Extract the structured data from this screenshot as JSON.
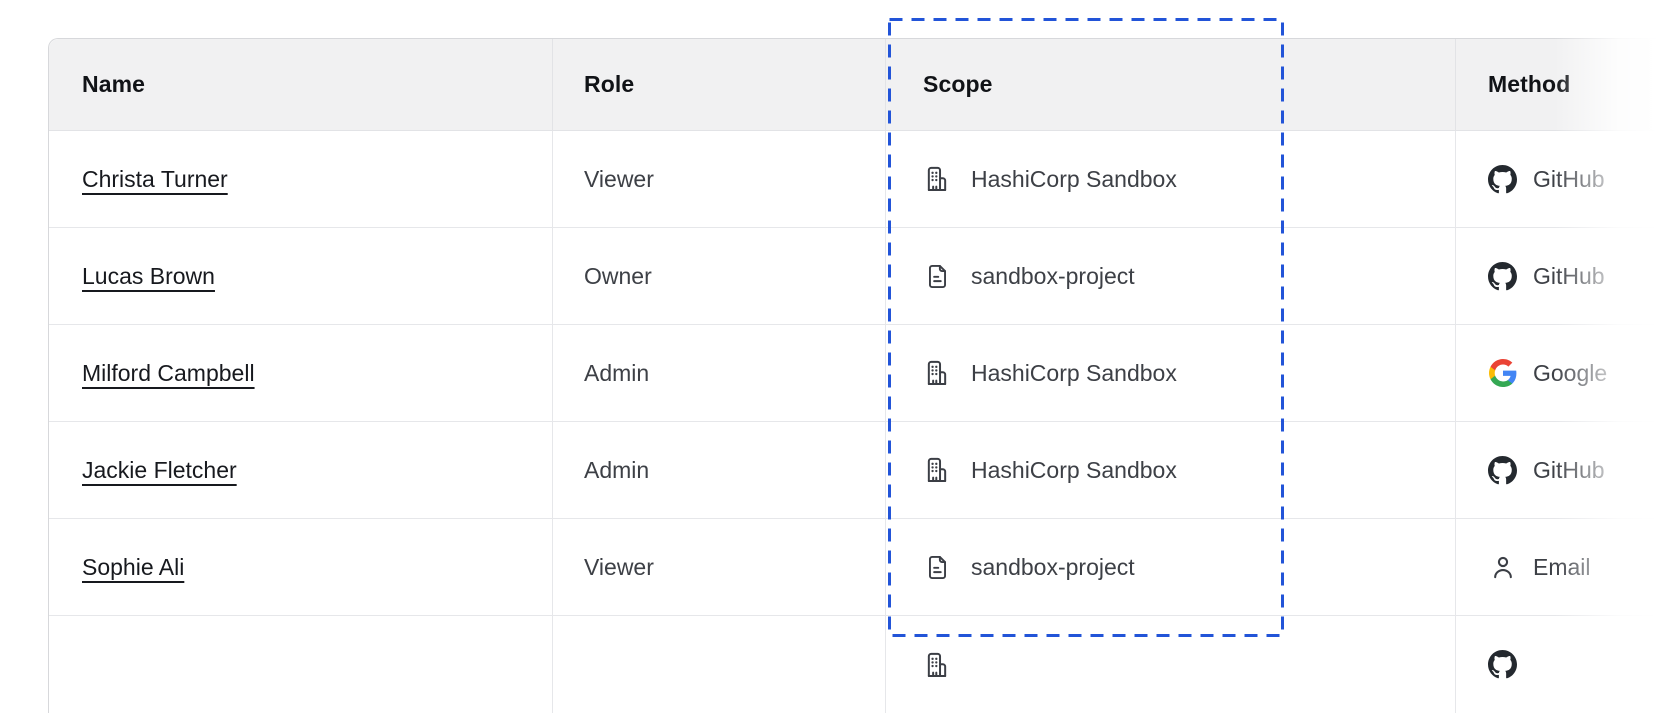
{
  "table": {
    "header": {
      "columns": [
        "Name",
        "Role",
        "Scope",
        "Method"
      ]
    },
    "rows": [
      {
        "name": "Christa Turner",
        "role": "Viewer",
        "scope": "HashiCorp Sandbox",
        "scope_icon": "building-icon",
        "method": "GitHub",
        "method_icon": "github-icon"
      },
      {
        "name": "Lucas Brown",
        "role": "Owner",
        "scope": "sandbox-project",
        "scope_icon": "file-text-icon",
        "method": "GitHub",
        "method_icon": "github-icon"
      },
      {
        "name": "Milford Campbell",
        "role": "Admin",
        "scope": "HashiCorp Sandbox",
        "scope_icon": "building-icon",
        "method": "Google",
        "method_icon": "google-icon"
      },
      {
        "name": "Jackie Fletcher",
        "role": "Admin",
        "scope": "HashiCorp Sandbox",
        "scope_icon": "building-icon",
        "method": "GitHub",
        "method_icon": "github-icon"
      },
      {
        "name": "Sophie Ali",
        "role": "Viewer",
        "scope": "sandbox-project",
        "scope_icon": "file-text-icon",
        "method": "Email",
        "method_icon": "person-icon"
      }
    ],
    "partial_row": {
      "scope_icon": "building-icon",
      "method_icon": "github-icon"
    }
  },
  "annotation": {
    "type": "dashed-selection-box",
    "target_column": "Scope",
    "color": "#2254d8"
  },
  "colors": {
    "header_bg": "#f1f1f2",
    "grid_line": "#e6e7ea",
    "outer_border": "#d7d8db",
    "text_primary": "#17191e",
    "text_secondary": "#3d4046",
    "icon_gray": "#3b3e45",
    "accent_blue": "#2254d8",
    "github_black": "#24292f",
    "google_blue": "#4285f4",
    "google_green": "#34a853",
    "google_yellow": "#fbbc05",
    "google_red": "#ea4335"
  }
}
